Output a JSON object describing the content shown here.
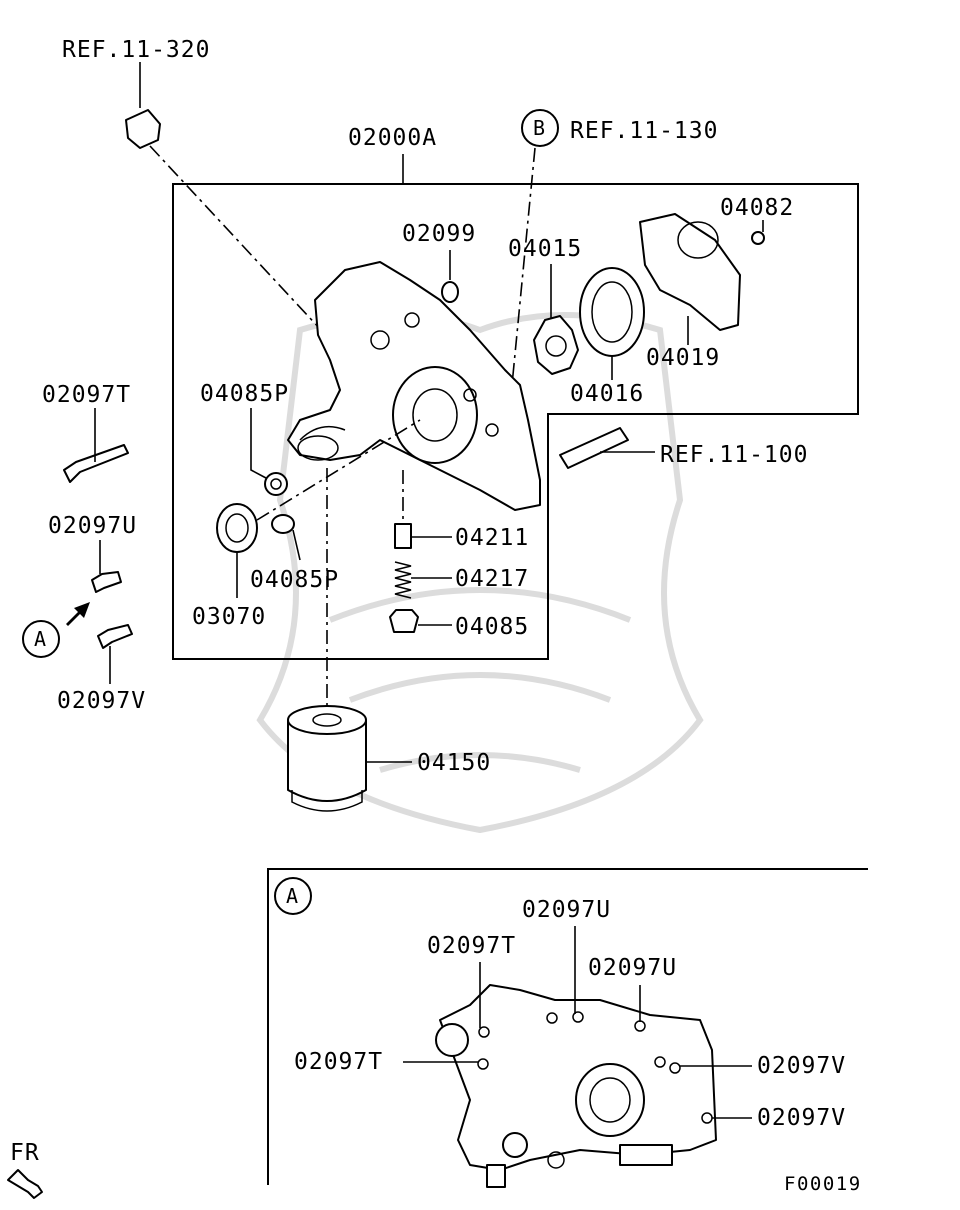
{
  "labels": {
    "ref_11_320": "REF.11-320",
    "ref_11_130": "REF.11-130",
    "ref_11_100": "REF.11-100",
    "circle_b": "B",
    "assy_02000A": "02000A",
    "p02099": "02099",
    "p04015": "04015",
    "p04082": "04082",
    "p04019": "04019",
    "p04016": "04016",
    "p04085P_top": "04085P",
    "p04085P_bottom": "04085P",
    "p02097T": "02097T",
    "p02097U": "02097U",
    "p02097V": "02097V",
    "p03070": "03070",
    "p04211": "04211",
    "p04217": "04217",
    "p04085": "04085",
    "p04150": "04150",
    "circle_a": "A"
  },
  "detail_a": {
    "circle_a": "A",
    "l_02097U_top": "02097U",
    "l_02097T_top": "02097T",
    "l_02097U_right": "02097U",
    "l_02097T_left": "02097T",
    "l_02097V_upper": "02097V",
    "l_02097V_lower": "02097V"
  },
  "footer": {
    "fr": "FR",
    "figure_code": "F00019"
  }
}
